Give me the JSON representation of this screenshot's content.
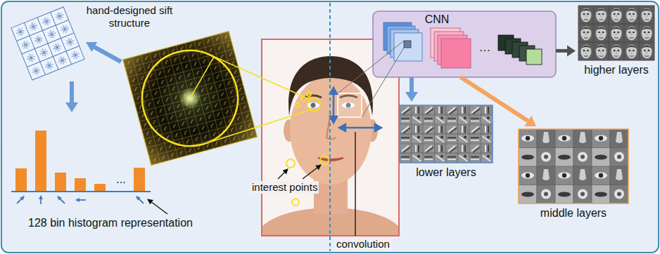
{
  "diagram": {
    "nodes": [
      {
        "text": [
          "hand-designed sift structure"
        ]
      },
      {
        "text": [
          "..."
        ]
      },
      {
        "text": [
          "CNN",
          "···"
        ]
      },
      {
        "text": [
          "higher layers"
        ]
      },
      {
        "text": [
          "lower layers"
        ]
      },
      {
        "text": [
          "middle layers"
        ]
      }
    ],
    "edges": [
      {
        "from": 0,
        "to": 1,
        "arrow": "to"
      },
      {
        "from": 2,
        "to": 3,
        "arrow": "to"
      },
      {
        "from": 2,
        "to": 4,
        "arrow": "to"
      },
      {
        "from": 2,
        "to": 5,
        "arrow": "to"
      }
    ],
    "labels": [
      "128 bin histogram representation",
      "interest points",
      "convolution"
    ]
  }
}
